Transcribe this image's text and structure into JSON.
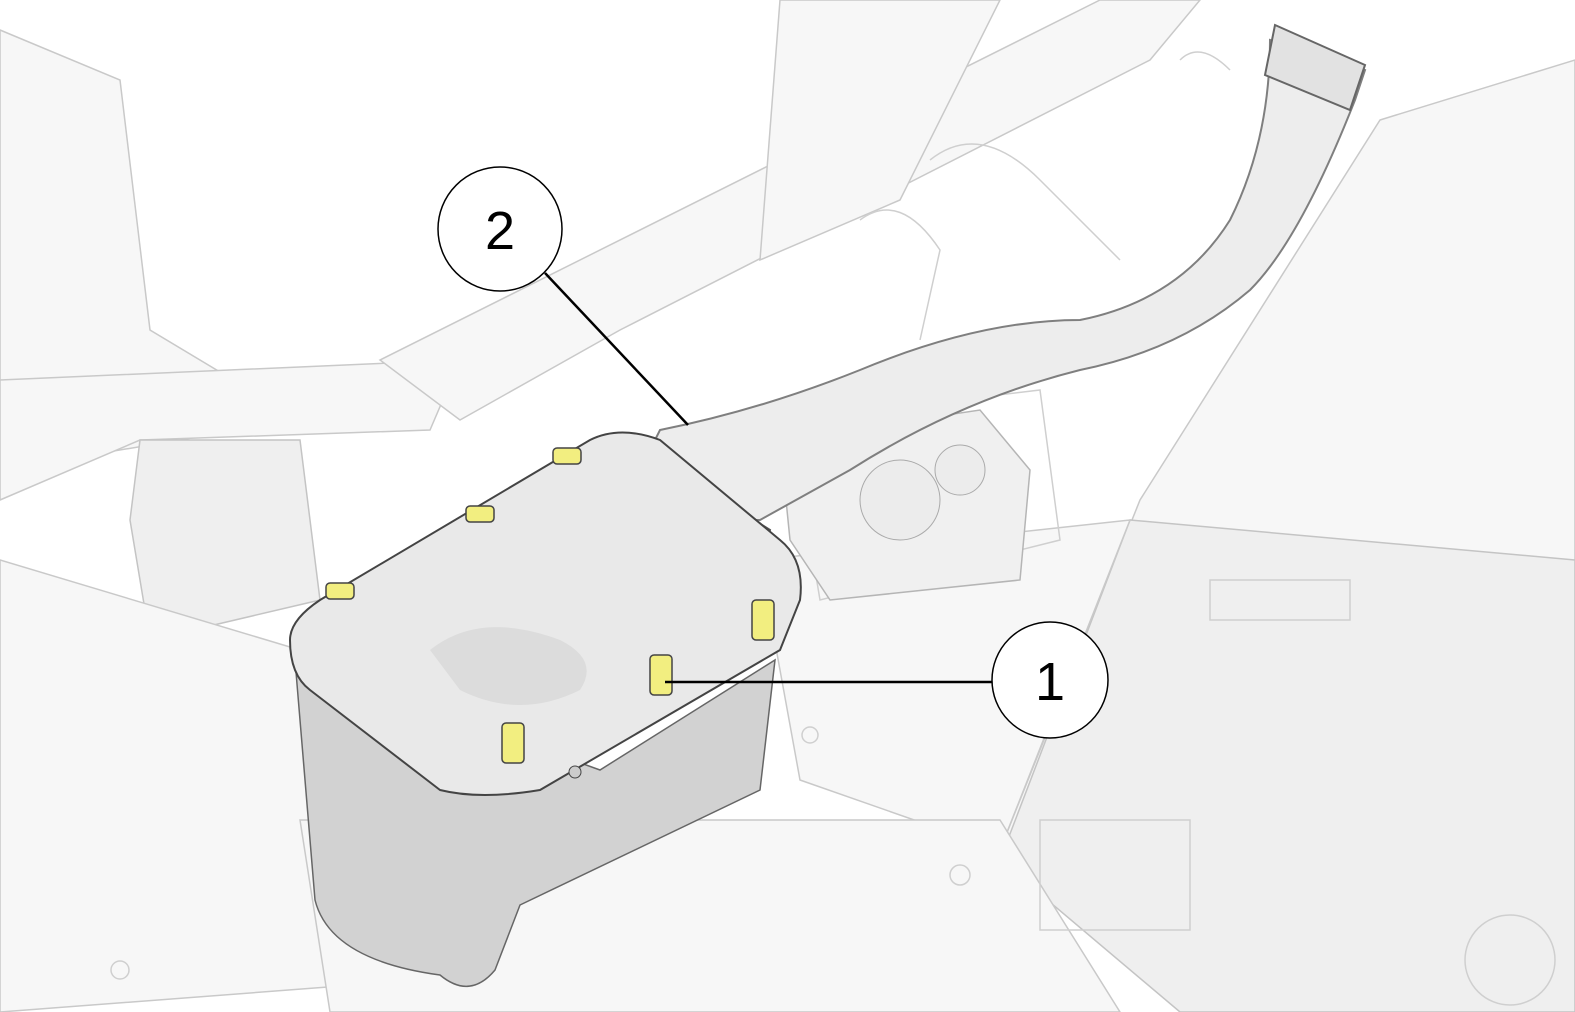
{
  "diagram": {
    "callouts": [
      {
        "label": "1",
        "target": "airbox-clips"
      },
      {
        "label": "2",
        "target": "air-intake-duct"
      }
    ],
    "colors": {
      "clip": "#f2ee80",
      "outline": "#000000",
      "background_parts": "#f5f5f5",
      "airbox_body": "#d8d8d8"
    }
  }
}
